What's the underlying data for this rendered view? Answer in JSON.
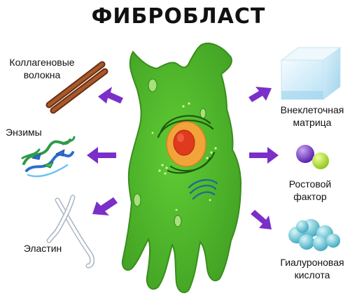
{
  "title": "ФИБРОБЛАСТ",
  "labels": {
    "collagen_line1": "Коллагеновые",
    "collagen_line2": "волокна",
    "enzymes": "Энзимы",
    "elastin": "Эластин",
    "matrix_line1": "Внеклеточная",
    "matrix_line2": "матрица",
    "growth_line1": "Ростовой",
    "growth_line2": "фактор",
    "hyaluronic_line1": "Гиалуроновая",
    "hyaluronic_line2": "кислота"
  },
  "colors": {
    "cell": "#4cb82c",
    "cell_dark": "#2f8a17",
    "arrow": "#7b2fc9",
    "nucleus_outer": "#f2a33a",
    "nucleus_inner": "#e03a1e"
  }
}
